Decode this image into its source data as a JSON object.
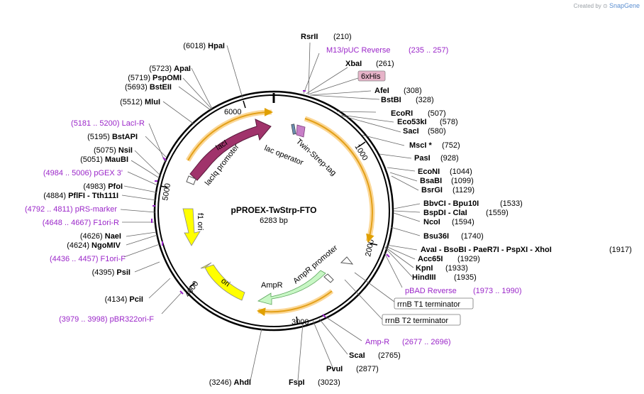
{
  "watermark": {
    "prefix": "Created by",
    "brand": "SnapGene"
  },
  "plasmid": {
    "name": "pPROEX-TwStrp-FTO",
    "length_label": "6283 bp",
    "length": 6283
  },
  "ticks": [
    "1000",
    "2000",
    "3000",
    "4000",
    "5000",
    "6000"
  ],
  "features": [
    {
      "name": "lacI",
      "color": "#a0336b"
    },
    {
      "name": "lacIq promoter",
      "color": "#ffffff"
    },
    {
      "name": "lac operator",
      "color": "#6a8caf"
    },
    {
      "name": "Twin-Strep-tag",
      "color": "#c77fc7"
    },
    {
      "name": "f1 ori",
      "color": "#ffff00"
    },
    {
      "name": "ori",
      "color": "#ffff00"
    },
    {
      "name": "AmpR",
      "color": "#c8f7c5"
    },
    {
      "name": "AmpR promoter",
      "color": "#ffffff"
    },
    {
      "name": "6xHis",
      "color": "#e6b3c8"
    },
    {
      "name": "rrnB T1 terminator",
      "color": "#ffffff"
    },
    {
      "name": "rrnB T2 terminator",
      "color": "#ffffff"
    }
  ],
  "sites": [
    {
      "text": "RsrII",
      "pos": "(210)"
    },
    {
      "text": "M13/pUC Reverse",
      "pos": "(235 .. 257)"
    },
    {
      "text": "XbaI",
      "pos": "(261)"
    },
    {
      "text": "AfeI",
      "pos": "(308)"
    },
    {
      "text": "BstBI",
      "pos": "(328)"
    },
    {
      "text": "EcoRI",
      "pos": "(507)"
    },
    {
      "text": "Eco53kI",
      "pos": "(578)"
    },
    {
      "text": "SacI",
      "pos": "(580)"
    },
    {
      "text": "MscI *",
      "pos": "(752)"
    },
    {
      "text": "PasI",
      "pos": "(928)"
    },
    {
      "text": "EcoNI",
      "pos": "(1044)"
    },
    {
      "text": "BsaBI",
      "pos": "(1099)"
    },
    {
      "text": "BsrGI",
      "pos": "(1129)"
    },
    {
      "text": "BbvCI  - Bpu10I",
      "pos": "(1533)"
    },
    {
      "text": "BspDI  - ClaI",
      "pos": "(1559)"
    },
    {
      "text": "NcoI",
      "pos": "(1594)"
    },
    {
      "text": "Bsu36I",
      "pos": "(1740)"
    },
    {
      "text": "AvaI  - BsoBI  - PaeR7I  - PspXI  - XhoI",
      "pos": "(1917)"
    },
    {
      "text": "Acc65I",
      "pos": "(1929)"
    },
    {
      "text": "KpnI",
      "pos": "(1933)"
    },
    {
      "text": "HindIII",
      "pos": "(1935)"
    },
    {
      "text": "pBAD Reverse",
      "pos": "(1973 .. 1990)"
    },
    {
      "text": "Amp-R",
      "pos": "(2677 .. 2696)"
    },
    {
      "text": "ScaI",
      "pos": "(2765)"
    },
    {
      "text": "PvuI",
      "pos": "(2877)"
    },
    {
      "text": "FspI",
      "pos": "(3023)"
    },
    {
      "text": "AhdI",
      "pos": "(3246)"
    },
    {
      "text": "pBR322ori-F",
      "pos": "(3979 .. 3998)"
    },
    {
      "text": "PciI",
      "pos": "(4134)"
    },
    {
      "text": "PsiI",
      "pos": "(4395)"
    },
    {
      "text": "F1ori-F",
      "pos": "(4436 .. 4457)"
    },
    {
      "text": "NgoMIV",
      "pos": "(4624)"
    },
    {
      "text": "NaeI",
      "pos": "(4626)"
    },
    {
      "text": "F1ori-R",
      "pos": "(4648 .. 4667)"
    },
    {
      "text": "pRS-marker",
      "pos": "(4792 .. 4811)"
    },
    {
      "text": "PflFI  - Tth111I",
      "pos": "(4884)"
    },
    {
      "text": "PfoI",
      "pos": "(4983)"
    },
    {
      "text": "pGEX 3'",
      "pos": "(4984 .. 5006)"
    },
    {
      "text": "MauBI",
      "pos": "(5051)"
    },
    {
      "text": "NsiI",
      "pos": "(5075)"
    },
    {
      "text": "BstAPI",
      "pos": "(5195)"
    },
    {
      "text": "LacI-R",
      "pos": "(5181 .. 5200)"
    },
    {
      "text": "MluI",
      "pos": "(5512)"
    },
    {
      "text": "BstEII",
      "pos": "(5693)"
    },
    {
      "text": "PspOMI",
      "pos": "(5719)"
    },
    {
      "text": "ApaI",
      "pos": "(5723)"
    },
    {
      "text": "HpaI",
      "pos": "(6018)"
    }
  ]
}
